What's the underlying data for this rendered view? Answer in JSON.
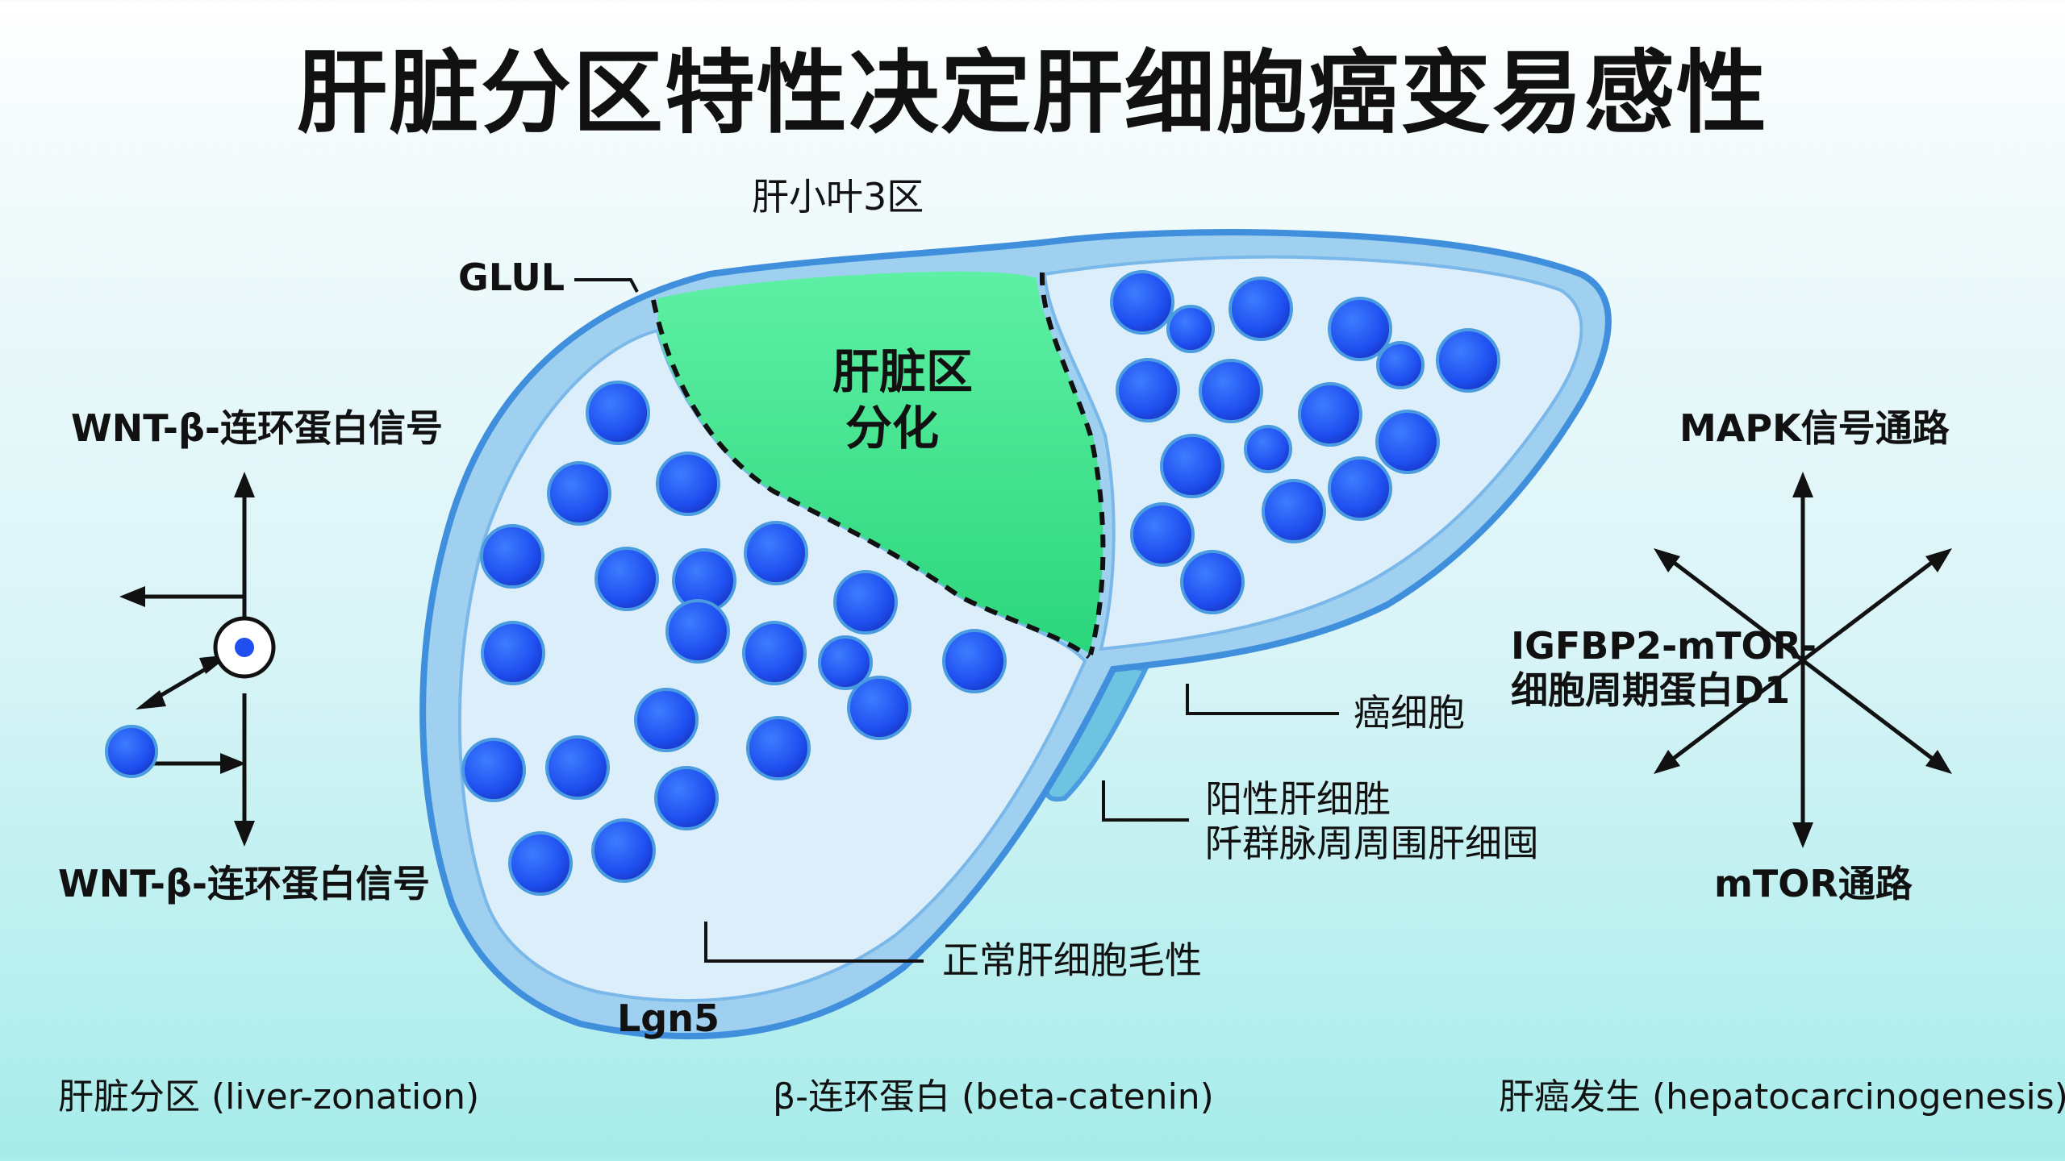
{
  "title": "肝脏分区特性决定肝细胞癌变易感性",
  "labels": {
    "zone3": "肝小叶3区",
    "glul": "GLUL",
    "differentiation_line1": "肝脏区",
    "differentiation_line2": "分化",
    "wnt_top": "WNT-β-连环蛋白信号",
    "wnt_bottom": "WNT-β-连环蛋白信号",
    "mapk": "MAPK信号通路",
    "igfbp_line1": "IGFBP2-mTOR-",
    "igfbp_line2": "细胞周期蛋白D1",
    "mtor": "mTOR通路",
    "cancer_cell": "癌细胞",
    "positive_line1": "阳性肝细胜",
    "positive_line2": "阡群脉周周围肝细囤",
    "normal": "正常肝细胞毛性",
    "lgn5": "Lgn5"
  },
  "captions": {
    "left": "肝脏分区 (liver-zonation)",
    "center": "β-连环蛋白 (beta-catenin)",
    "right": "肝癌发生 (hepatocarcinogenesis)"
  },
  "colors": {
    "liver_outline": "#4a9be0",
    "liver_fill": "#dceefa",
    "zone_green": "#3ee08c",
    "cell_blue": "#1f4ff0",
    "dark_green": "#22c46a"
  }
}
